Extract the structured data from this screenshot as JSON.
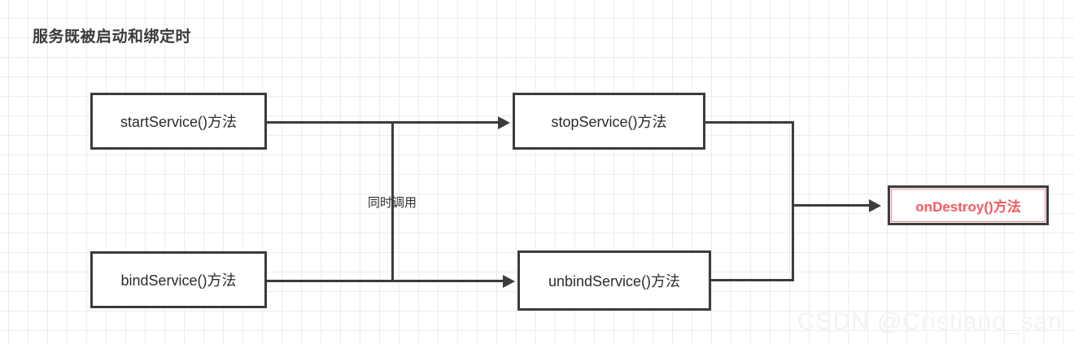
{
  "diagram": {
    "title": "服务既被启动和绑定时",
    "nodes": [
      {
        "id": "start-service",
        "label": "startService()方法",
        "style": "plain"
      },
      {
        "id": "bind-service",
        "label": "bindService()方法",
        "style": "plain"
      },
      {
        "id": "stop-service",
        "label": "stopService()方法",
        "style": "plain"
      },
      {
        "id": "unbind-service",
        "label": "unbindService()方法",
        "style": "plain"
      },
      {
        "id": "on-destroy",
        "label": "onDestroy()方法",
        "style": "accent"
      }
    ],
    "edge_labels": [
      {
        "id": "simultaneous-call",
        "label": "同时调用"
      }
    ],
    "colors": {
      "stroke": "#3c3c3c",
      "accent_text": "#f4595e",
      "grid": "#ececec",
      "background": "#ffffff",
      "title_text": "#3a3a3a",
      "watermark": "#f2f2f2"
    }
  },
  "watermark": {
    "text": "CSDN @Cristiano_san"
  }
}
